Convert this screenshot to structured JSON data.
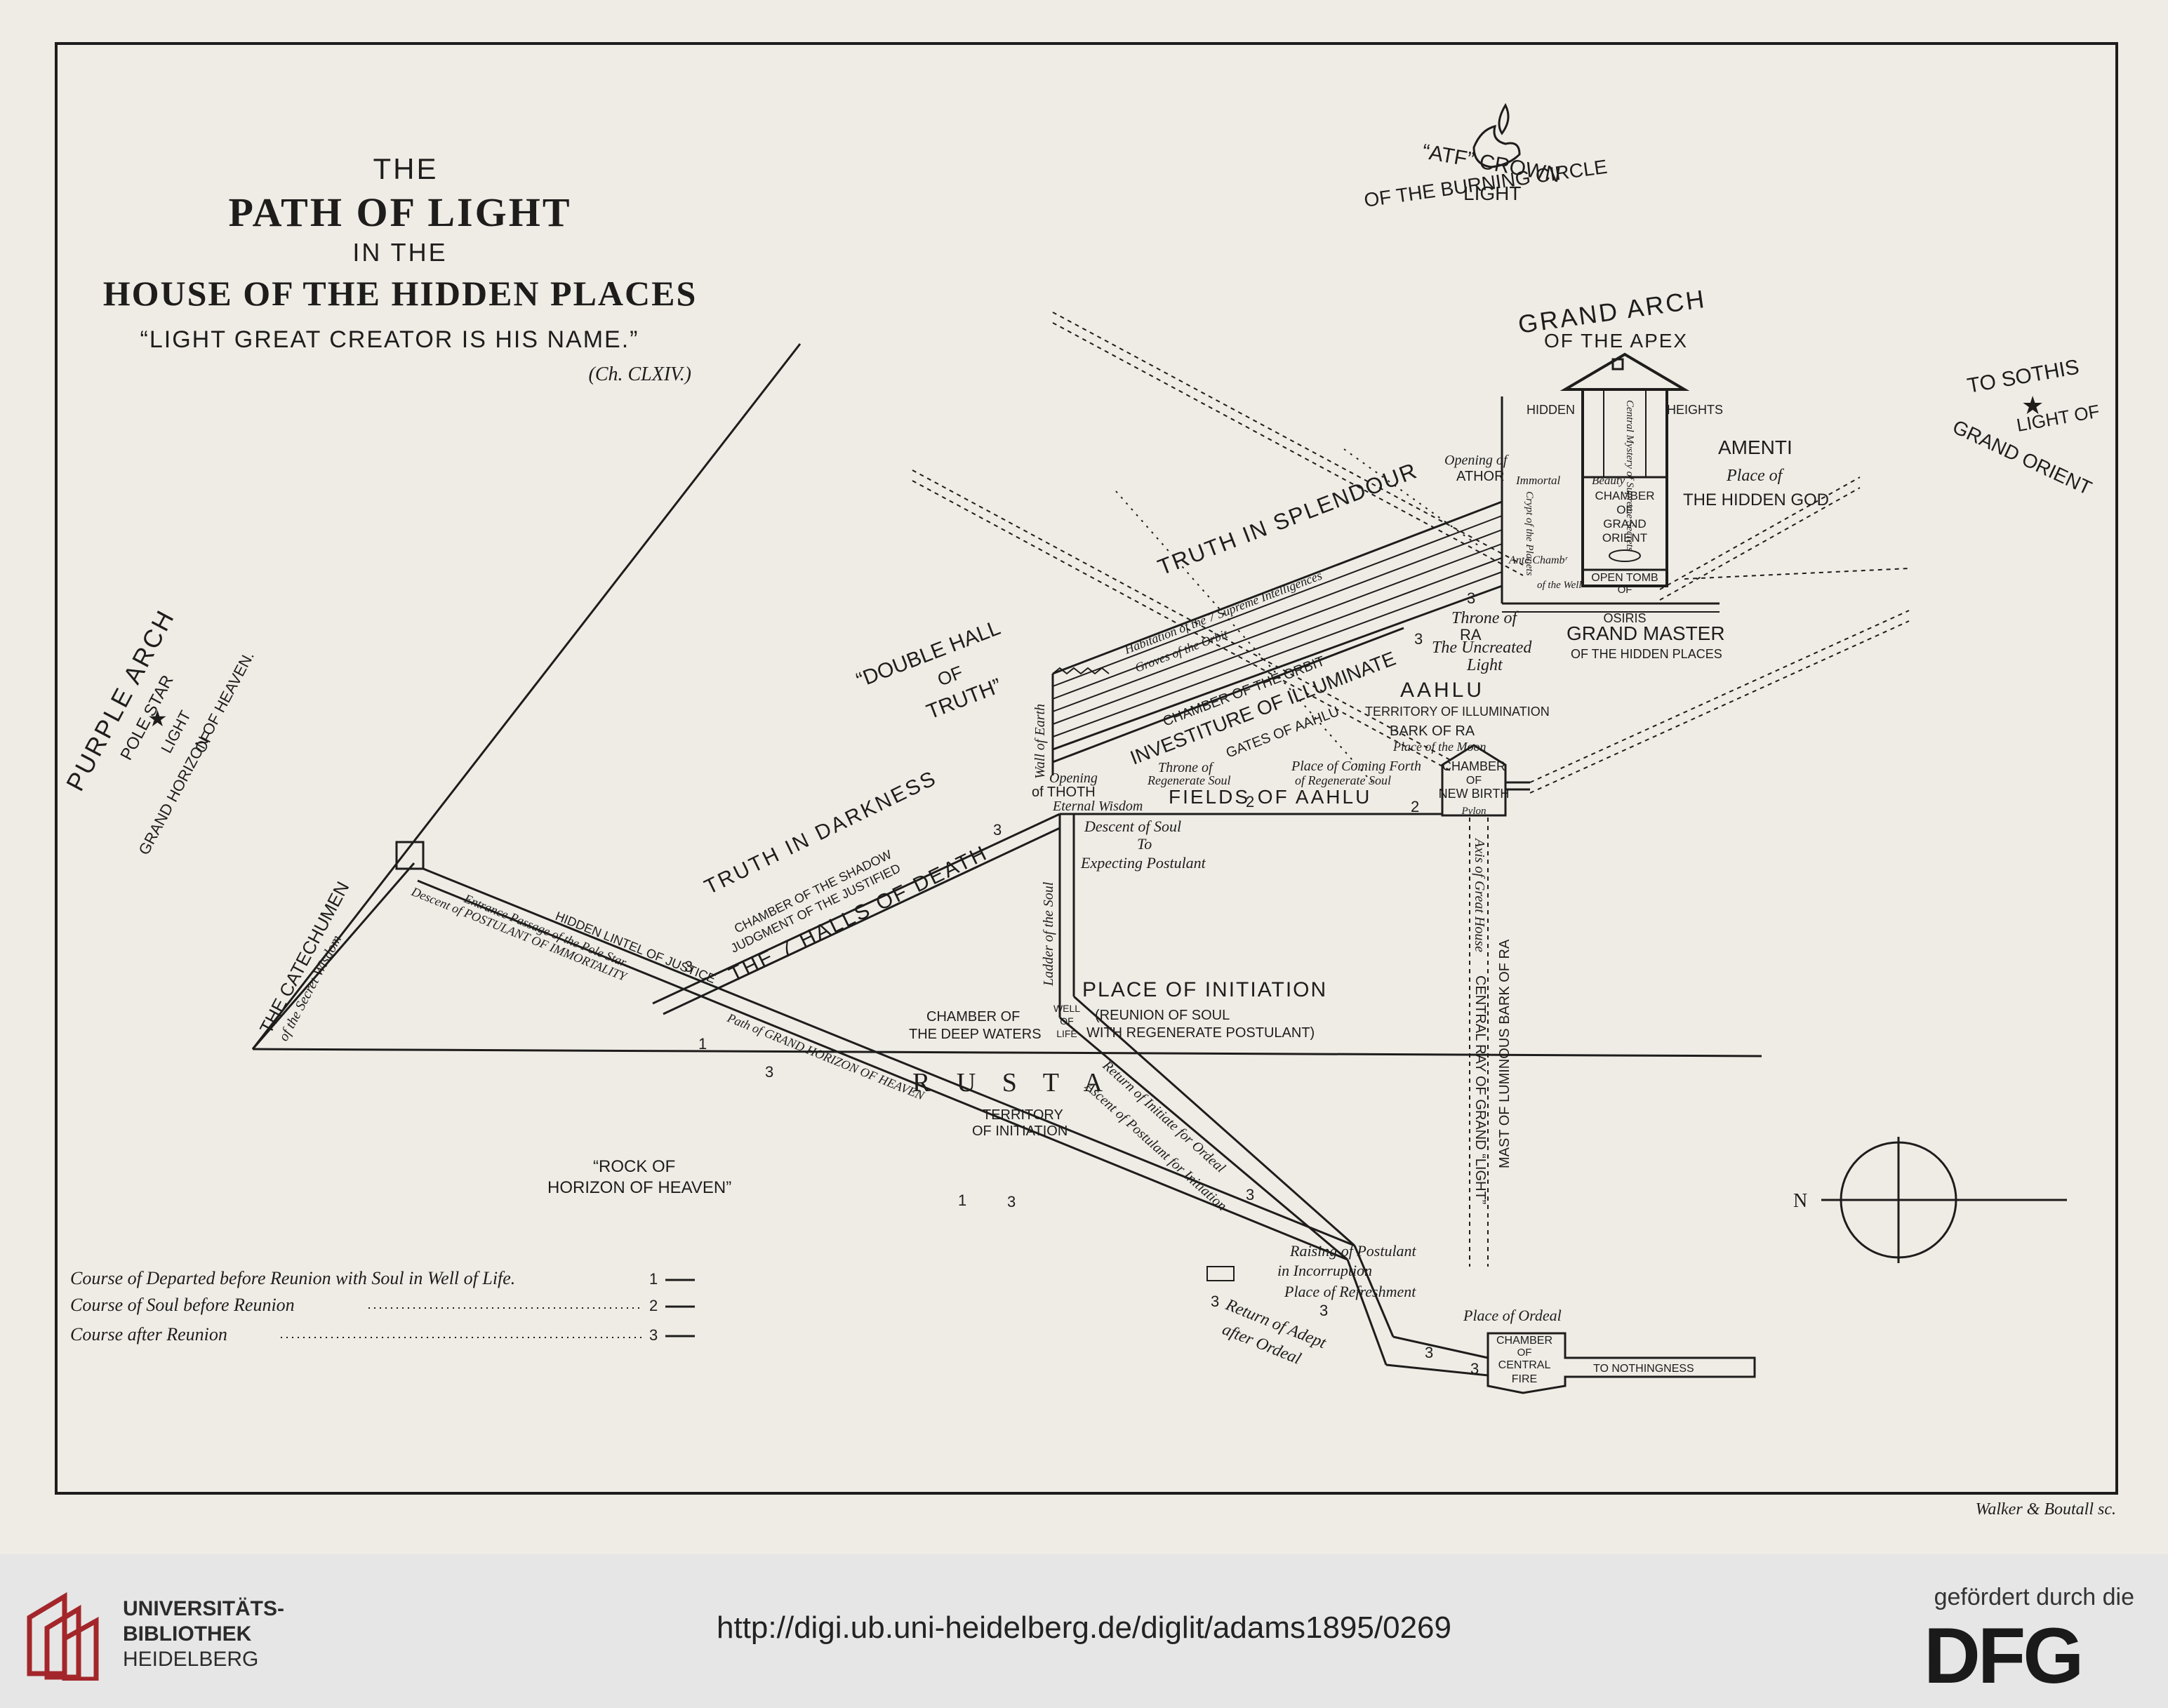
{
  "title": {
    "line1": "THE",
    "line2": "PATH OF LIGHT",
    "line3": "IN THE",
    "line4": "HOUSE OF THE HIDDEN PLACES",
    "line5": "“LIGHT GREAT CREATOR IS HIS NAME.”",
    "chapter": "(Ch. CLXIV.)"
  },
  "labels": {
    "atf_crown": "“ATF” CROWN",
    "atf_light": "LIGHT",
    "atf_circle": "OF THE BURNING CIRCLE",
    "grand_arch": "GRAND ARCH",
    "of_the_apex": "OF THE APEX",
    "hidden": "HIDDEN",
    "heights": "HEIGHTS",
    "to_sothis": "TO SOTHIS",
    "light_of": "LIGHT OF",
    "grand_orient": "GRAND ORIENT",
    "amenti": "AMENTI",
    "place_of": "Place of",
    "hidden_god": "THE HIDDEN GOD",
    "opening_of": "Opening of",
    "athor": "ATHOR",
    "immortal": "Immortal",
    "beauty": "Beauty",
    "chamber_of_grand_orient": [
      "CHAMBER",
      "OF",
      "GRAND",
      "ORIENT"
    ],
    "open_tomb": "OPEN TOMB",
    "of": "OF",
    "osiris": "OSIRIS",
    "central_mystery": "Central Mystery of Supreme Secrets",
    "crypt_planets": "Crypt of the Planets",
    "ante_chamber": "Ante Chambʳ",
    "of_the_well": "of the Well",
    "grand_master": "GRAND MASTER",
    "of_hidden_places": "OF THE HIDDEN PLACES",
    "throne_of": "Throne of",
    "ra": "RA",
    "uncreated": "The Uncreated",
    "light_it": "Light",
    "truth_splendour": "TRUTH IN SPLENDOUR",
    "habitation": "Habitation of the 7 Supreme Intelligences",
    "groves": "Groves of the Orbit",
    "chamber_orbit": "CHAMBER OF THE ORBIT",
    "investiture": "INVESTITURE OF ILLUMINATE",
    "gates_aahlu": "GATES OF AAHLU",
    "double_hall": "“DOUBLE HALL",
    "of_dh": "OF",
    "truth_dh": "TRUTH”",
    "aahlu": "AAHLU",
    "territory_illum": "TERRITORY OF ILLUMINATION",
    "bark_of_ra": "BARK OF RA",
    "place_of_moon": "Place of the Moon",
    "wall_of_earth": "Wall of Earth",
    "opening_thoth": "Opening",
    "of_thoth": "of THOTH",
    "eternal_wisdom": "Eternal Wisdom",
    "throne_regen": "Throne of",
    "regen_soul": "Regenerate Soul",
    "place_coming": "Place of Coming Forth",
    "of_regen": "of Regenerate Soul",
    "chamber_new_birth": "CHAMBER",
    "of_nb": "OF",
    "new_birth": "NEW BIRTH",
    "pylon": "Pylon",
    "fields_aahlu": "FIELDS OF AAHLU",
    "descent_soul": "Descent of Soul",
    "to": "To",
    "expecting": "Expecting Postulant",
    "truth_darkness": "TRUTH IN DARKNESS",
    "chamber_shadow": "CHAMBER OF THE SHADOW",
    "judgment": "JUDGMENT OF THE JUSTIFIED",
    "halls_death": "THE 7 HALLS OF DEATH",
    "ladder_soul": "Ladder of the Soul",
    "place_initiation": "PLACE OF INITIATION",
    "reunion": "(REUNION OF SOUL",
    "with_regen": "WITH REGENERATE POSTULANT)",
    "chamber_of": "CHAMBER OF",
    "deep_waters": "THE DEEP WATERS",
    "well": "WELL",
    "of_well": "OF",
    "life": "LIFE",
    "purple_arch": "PURPLE ARCH",
    "pole_star": "POLE STAR",
    "light": "LIGHT",
    "of_pa": "OF",
    "grand_horizon": "GRAND HORIZON OF HEAVEN.",
    "catechumen": "THE CATECHUMEN",
    "secret_wisdom": "of the Secret Wisdom",
    "hidden_lintel": "HIDDEN LINTEL OF JUSTICE",
    "entrance_passage": "Entrance Passage of the Pole Star",
    "path_of_ghh": "Path of GRAND HORIZON OF HEAVEN",
    "descent_postulant": "Descent of POSTULANT OF IMMORTALITY",
    "rusta": "R U S T A",
    "territory_init": "TERRITORY",
    "of_initiation": "OF INITIATION",
    "return_initiate": "Return of Initiate for Ordeal",
    "ascent_postulant": "Ascent of Postulant for Initiation",
    "rock_of": "“ROCK OF",
    "horizon_heaven": "HORIZON OF HEAVEN”",
    "raising": "Raising of Postulant",
    "incorruption": "in Incorruption",
    "place_refresh": "Place of Refreshment",
    "return_adept": "Return of Adept",
    "after_ordeal": "after Ordeal",
    "place_ordeal": "Place of Ordeal",
    "chamber_cf": "CHAMBER",
    "of_cf": "OF",
    "central": "CENTRAL",
    "fire": "FIRE",
    "nothingness": "TO NOTHINGNESS",
    "axis": "Axis of Great House",
    "central_ray": "CENTRAL RAY OF GRAND “LIGHT”",
    "mast": "MAST OF LUMINOUS BARK OF RA",
    "north": "N",
    "engraver": "Walker & Boutall sc."
  },
  "markers": {
    "one": "1",
    "two": "2",
    "three": "3"
  },
  "legend": [
    {
      "text": "Course of Departed before Reunion with Soul in Well of Life.",
      "number": "1"
    },
    {
      "text": "Course of Soul before Reunion",
      "number": "2"
    },
    {
      "text": "Course after Reunion",
      "number": "3"
    }
  ],
  "footer": {
    "library_line1": "UNIVERSITÄTS-",
    "library_line2": "BIBLIOTHEK",
    "library_line3": "HEIDELBERG",
    "url": "http://digi.ub.uni-heidelberg.de/diglit/adams1895/0269",
    "funded_by": "gefördert durch die",
    "dfg": "DFG"
  },
  "colors": {
    "paper": "#efece6",
    "ink": "#1e1d1c",
    "footer_bg": "#e6e6e6",
    "ub_red": "#a3262a"
  }
}
